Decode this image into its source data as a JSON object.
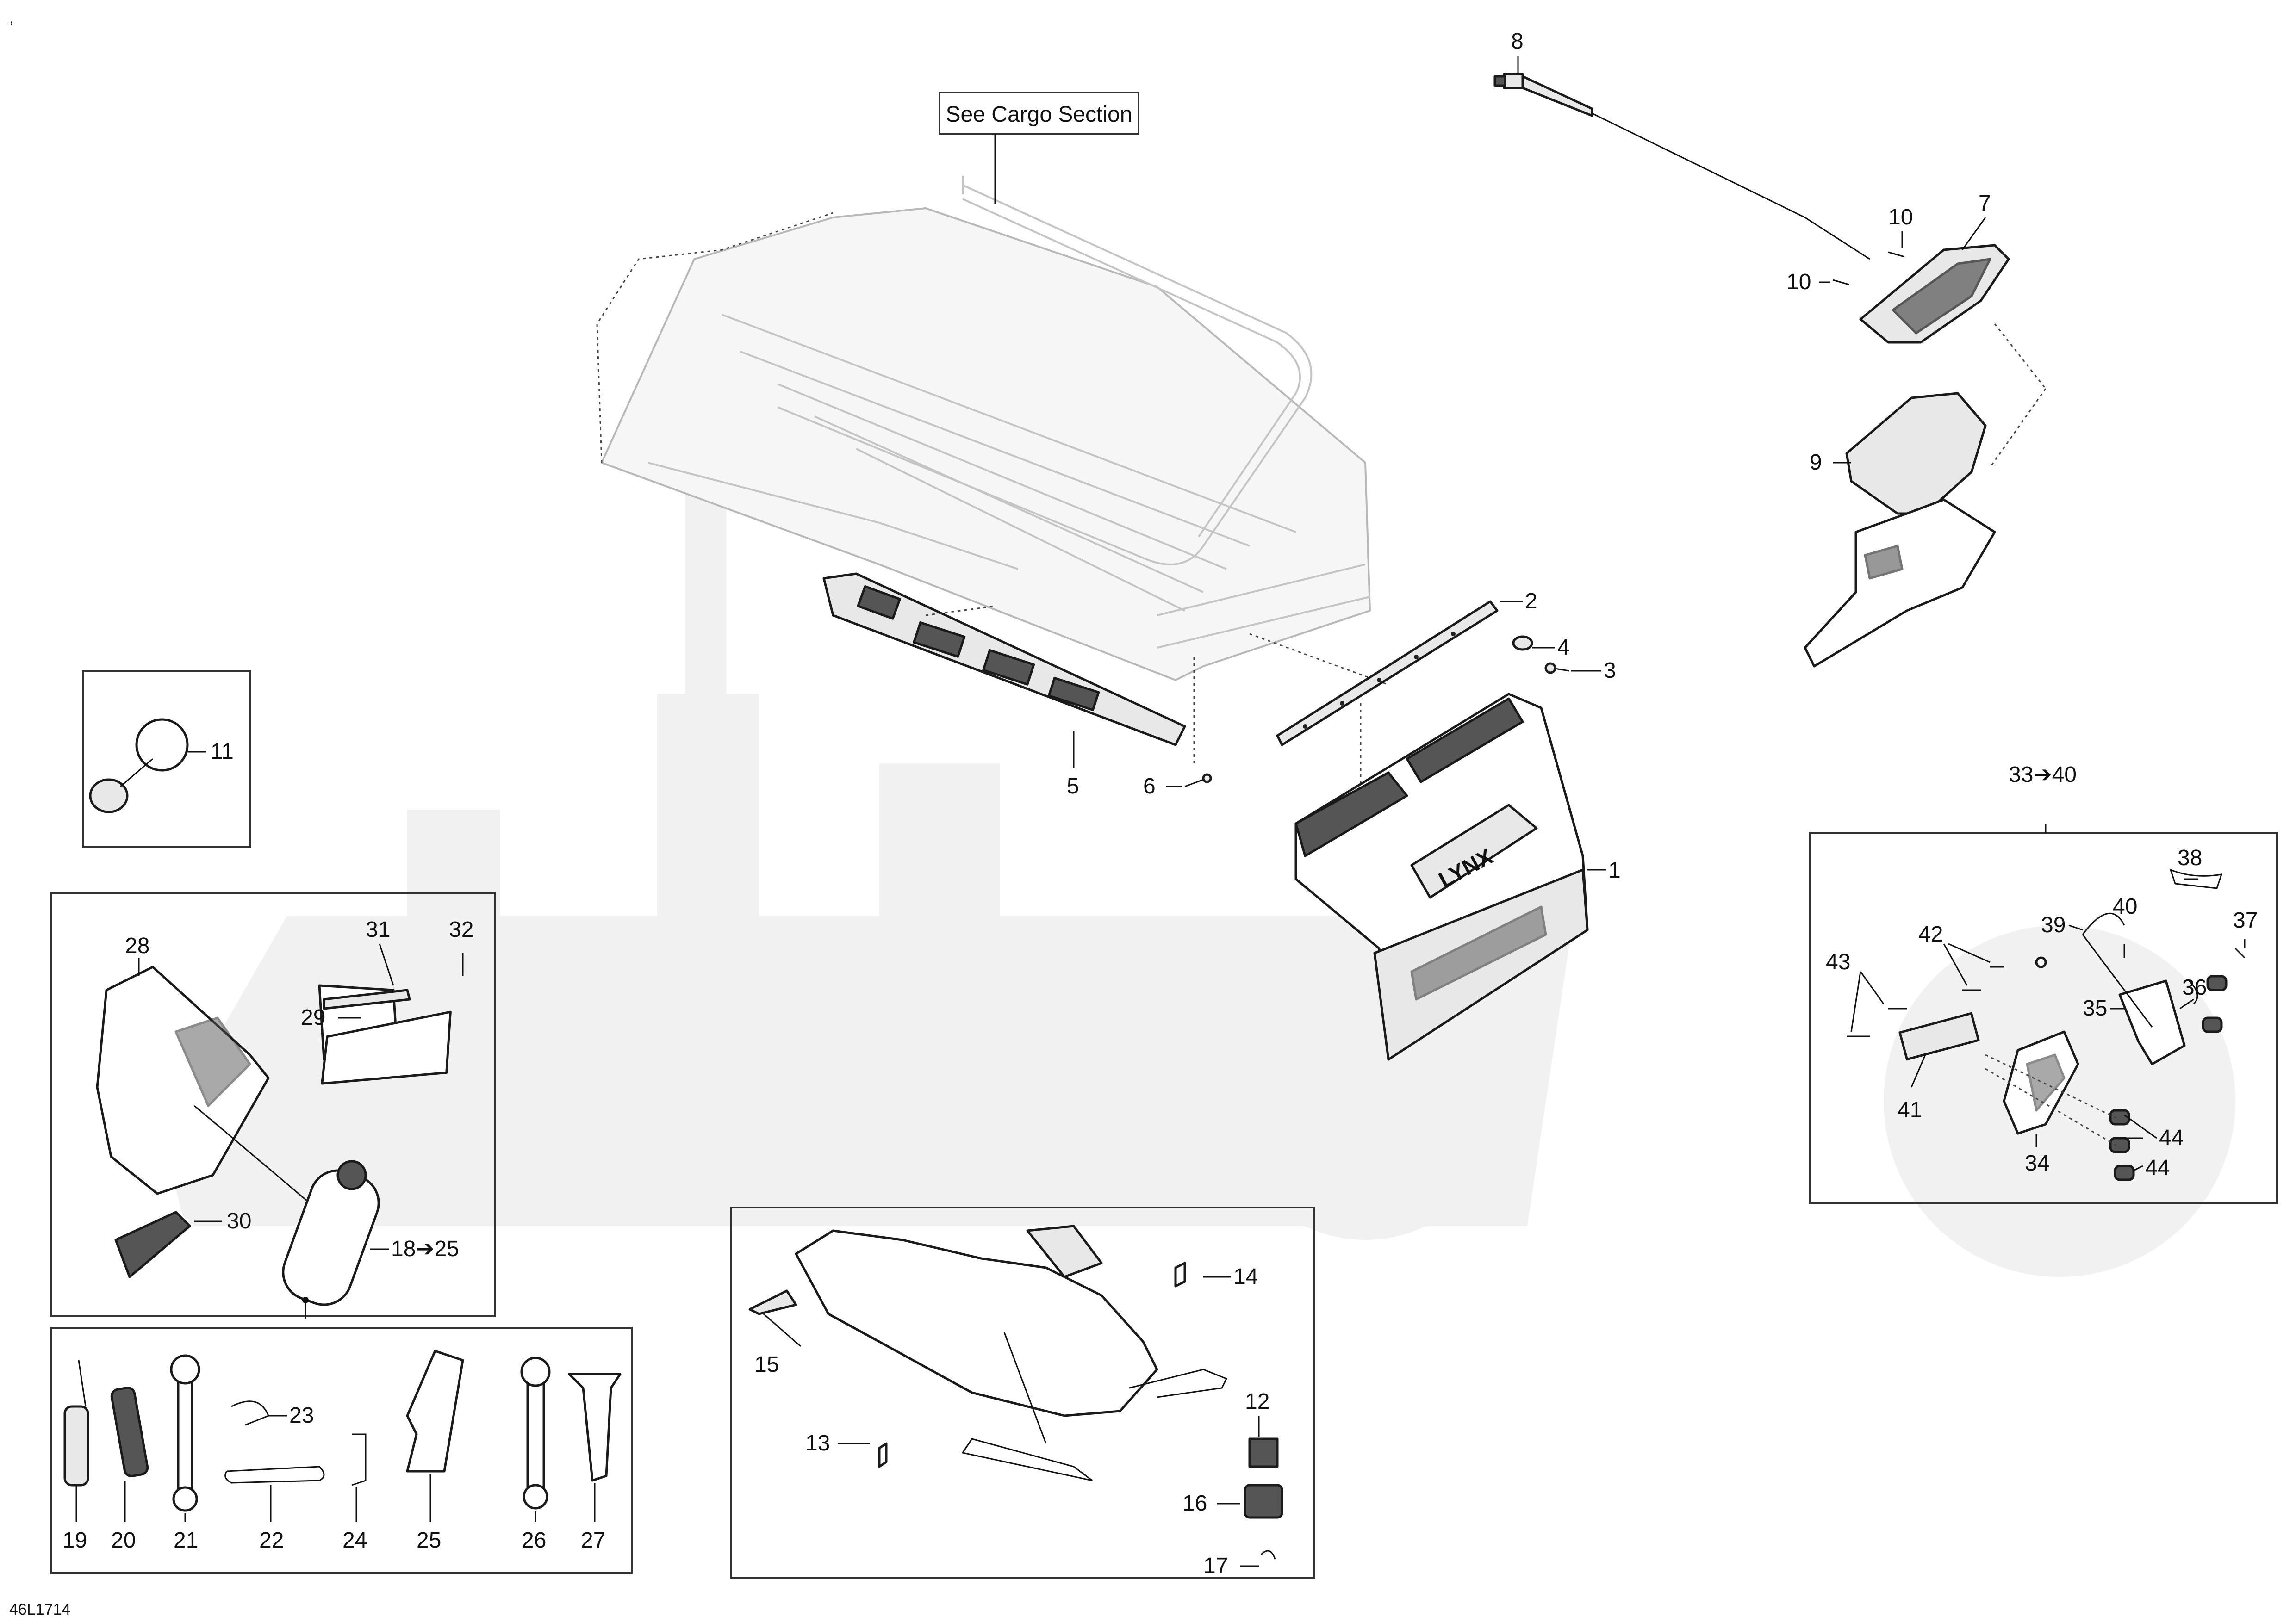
{
  "corner_mark": ",",
  "diagram_code": "46L1714",
  "note_box": "See Cargo Section",
  "labels": {
    "p1": "1",
    "p2": "2",
    "p3": "3",
    "p4": "4",
    "p5": "5",
    "p6": "6",
    "p7": "7",
    "p8": "8",
    "p9": "9",
    "p10a": "10",
    "p10b": "10",
    "p11": "11",
    "p12": "12",
    "p13": "13",
    "p14": "14",
    "p15": "15",
    "p16": "16",
    "p17": "17",
    "p18_25": "18➔25",
    "p19": "19",
    "p20": "20",
    "p21": "21",
    "p22": "22",
    "p23": "23",
    "p24": "24",
    "p25": "25",
    "p26": "26",
    "p27": "27",
    "p28": "28",
    "p29": "29",
    "p30": "30",
    "p31": "31",
    "p32": "32",
    "p33_40": "33➔40",
    "p34": "34",
    "p35": "35",
    "p36": "36",
    "p37": "37",
    "p38": "38",
    "p39": "39",
    "p40": "40",
    "p41": "41",
    "p42": "42",
    "p43": "43",
    "p44a": "44",
    "p44b": "44",
    "mudflap_logo": "LYNX"
  }
}
